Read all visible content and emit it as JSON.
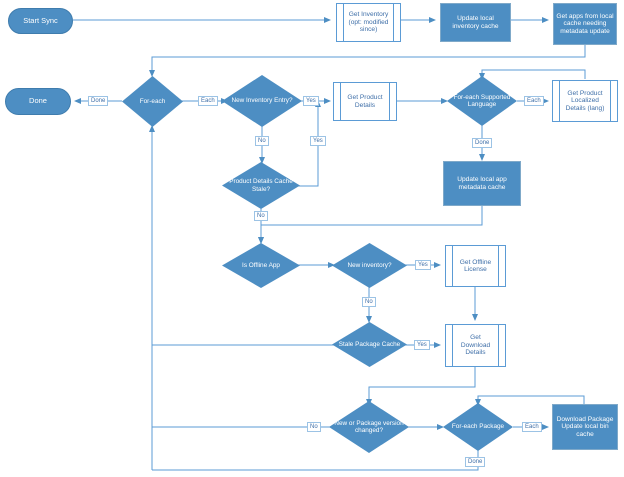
{
  "diagram": {
    "title": "App Inventory Sync Flowchart",
    "colors": {
      "node_fill": "#4D8EC3",
      "node_stroke": "#7FA9C9",
      "predef_fill": "#FFFFFF",
      "predef_stroke": "#5B9BD5",
      "edge_stroke": "#5B9BD5",
      "label_text": "#3F6FA8",
      "node_text": "#FFFFFF",
      "background": "#FFFFFF"
    },
    "nodes": {
      "start_sync": "Start Sync",
      "done": "Done",
      "get_inventory": "Get Inventory (opt: modified since)",
      "update_local_inventory_cache": "Update local inventory cache",
      "get_apps_needing_metadata": "Get apps from local cache needing metadata update",
      "for_each": "For-each",
      "new_inventory_entry": "New Inventory Entry?",
      "get_product_details": "Get Product Details",
      "for_each_supported_language": "For-each Supported Language",
      "get_product_localized_details": "Get Product Localized Details (lang)",
      "update_local_app_metadata_cache": "Update local app metadata cache",
      "product_details_cache_stale": "Product Details Cache Stale?",
      "is_offline_app": "Is Offline App",
      "new_inventory": "New inventory?",
      "get_offline_license": "Get Offline License",
      "stale_package_cache": "Stale Package Cache",
      "get_download_details": "Get Download Details",
      "new_or_package_version_changed": "New or Package version changed?",
      "for_each_package": "For-each Package",
      "download_package_update_local_bin_cache": "Download Package Update local bin cache"
    },
    "edge_labels": {
      "done_foreach": "Done",
      "each_foreach": "Each",
      "yes_new_inventory_entry": "Yes",
      "no_new_inventory_entry": "No",
      "each_language": "Each",
      "done_language": "Done",
      "yes_cache_stale": "Yes",
      "no_cache_stale": "No",
      "yes_new_inventory": "Yes",
      "no_new_inventory": "No",
      "yes_stale_package": "Yes",
      "no_package_changed": "No",
      "each_package": "Each",
      "done_package": "Done"
    }
  }
}
